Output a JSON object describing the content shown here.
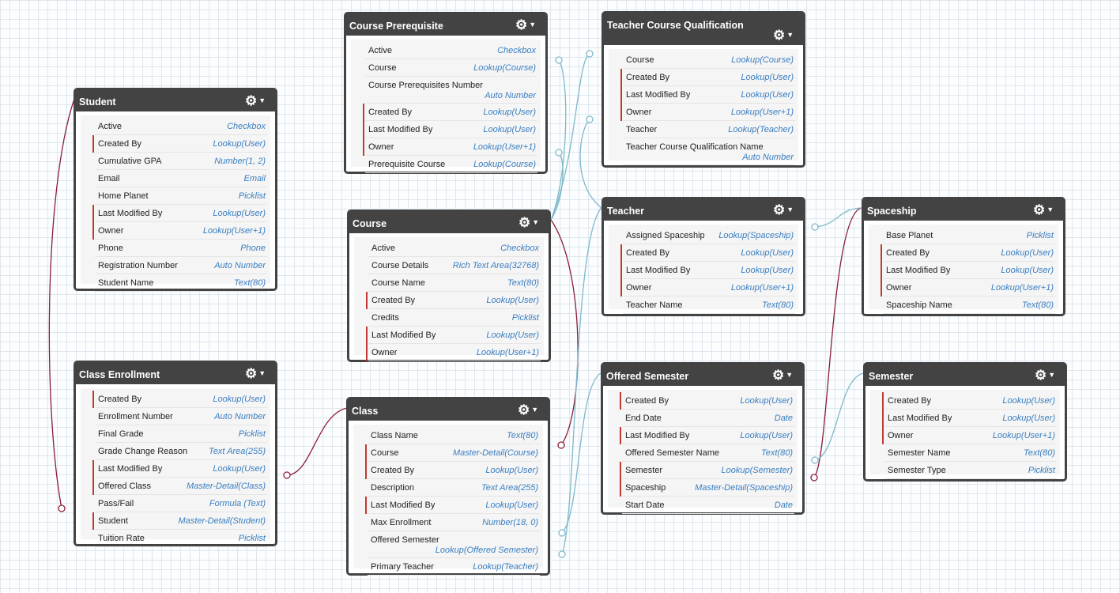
{
  "objects": [
    {
      "id": "student",
      "title": "Student",
      "fields": [
        {
          "name": "Active",
          "type": "Checkbox",
          "required": false
        },
        {
          "name": "Created By",
          "type": "Lookup(User)",
          "required": true
        },
        {
          "name": "Cumulative GPA",
          "type": "Number(1, 2)",
          "required": false
        },
        {
          "name": "Email",
          "type": "Email",
          "required": false
        },
        {
          "name": "Home Planet",
          "type": "Picklist",
          "required": false
        },
        {
          "name": "Last Modified By",
          "type": "Lookup(User)",
          "required": true
        },
        {
          "name": "Owner",
          "type": "Lookup(User+1)",
          "required": true
        },
        {
          "name": "Phone",
          "type": "Phone",
          "required": false
        },
        {
          "name": "Registration Number",
          "type": "Auto Number",
          "required": false
        },
        {
          "name": "Student Name",
          "type": "Text(80)",
          "required": false
        }
      ]
    },
    {
      "id": "class-enrollment",
      "title": "Class Enrollment",
      "fields": [
        {
          "name": "Created By",
          "type": "Lookup(User)",
          "required": true
        },
        {
          "name": "Enrollment Number",
          "type": "Auto Number",
          "required": false
        },
        {
          "name": "Final Grade",
          "type": "Picklist",
          "required": false
        },
        {
          "name": "Grade Change Reason",
          "type": "Text Area(255)",
          "required": false
        },
        {
          "name": "Last Modified By",
          "type": "Lookup(User)",
          "required": true
        },
        {
          "name": "Offered Class",
          "type": "Master-Detail(Class)",
          "required": true
        },
        {
          "name": "Pass/Fail",
          "type": "Formula (Text)",
          "required": false
        },
        {
          "name": "Student",
          "type": "Master-Detail(Student)",
          "required": true
        },
        {
          "name": "Tuition Rate",
          "type": "Picklist",
          "required": false
        }
      ]
    },
    {
      "id": "course-prerequisite",
      "title": "Course Prerequisite",
      "fields": [
        {
          "name": "Active",
          "type": "Checkbox",
          "required": false
        },
        {
          "name": "Course",
          "type": "Lookup(Course)",
          "required": false
        },
        {
          "name": "Course Prerequisites Number",
          "type": "Auto Number",
          "required": false,
          "tall": true
        },
        {
          "name": "Created By",
          "type": "Lookup(User)",
          "required": true
        },
        {
          "name": "Last Modified By",
          "type": "Lookup(User)",
          "required": true
        },
        {
          "name": "Owner",
          "type": "Lookup(User+1)",
          "required": true
        },
        {
          "name": "Prerequisite Course",
          "type": "Lookup(Course)",
          "required": false
        }
      ]
    },
    {
      "id": "course",
      "title": "Course",
      "fields": [
        {
          "name": "Active",
          "type": "Checkbox",
          "required": false
        },
        {
          "name": "Course Details",
          "type": "Rich Text Area(32768)",
          "required": false
        },
        {
          "name": "Course Name",
          "type": "Text(80)",
          "required": false
        },
        {
          "name": "Created By",
          "type": "Lookup(User)",
          "required": true
        },
        {
          "name": "Credits",
          "type": "Picklist",
          "required": false
        },
        {
          "name": "Last Modified By",
          "type": "Lookup(User)",
          "required": true
        },
        {
          "name": "Owner",
          "type": "Lookup(User+1)",
          "required": true
        }
      ]
    },
    {
      "id": "class",
      "title": "Class",
      "fields": [
        {
          "name": "Class Name",
          "type": "Text(80)",
          "required": false
        },
        {
          "name": "Course",
          "type": "Master-Detail(Course)",
          "required": true
        },
        {
          "name": "Created By",
          "type": "Lookup(User)",
          "required": true
        },
        {
          "name": "Description",
          "type": "Text Area(255)",
          "required": false
        },
        {
          "name": "Last Modified By",
          "type": "Lookup(User)",
          "required": true
        },
        {
          "name": "Max Enrollment",
          "type": "Number(18, 0)",
          "required": false
        },
        {
          "name": "Offered Semester",
          "type": "Lookup(Offered Semester)",
          "required": false,
          "tall": true
        },
        {
          "name": "Primary Teacher",
          "type": "Lookup(Teacher)",
          "required": false
        }
      ]
    },
    {
      "id": "teacher-course-qualification",
      "title": "Teacher Course Qualification",
      "fields": [
        {
          "name": "Course",
          "type": "Lookup(Course)",
          "required": false
        },
        {
          "name": "Created By",
          "type": "Lookup(User)",
          "required": true
        },
        {
          "name": "Last Modified By",
          "type": "Lookup(User)",
          "required": true
        },
        {
          "name": "Owner",
          "type": "Lookup(User+1)",
          "required": true
        },
        {
          "name": "Teacher",
          "type": "Lookup(Teacher)",
          "required": false
        },
        {
          "name": "Teacher Course Qualification Name",
          "type": "Auto Number",
          "required": false,
          "tall": true
        }
      ]
    },
    {
      "id": "teacher",
      "title": "Teacher",
      "fields": [
        {
          "name": "Assigned Spaceship",
          "type": "Lookup(Spaceship)",
          "required": false
        },
        {
          "name": "Created By",
          "type": "Lookup(User)",
          "required": true
        },
        {
          "name": "Last Modified By",
          "type": "Lookup(User)",
          "required": true
        },
        {
          "name": "Owner",
          "type": "Lookup(User+1)",
          "required": true
        },
        {
          "name": "Teacher Name",
          "type": "Text(80)",
          "required": false
        }
      ]
    },
    {
      "id": "offered-semester",
      "title": "Offered Semester",
      "fields": [
        {
          "name": "Created By",
          "type": "Lookup(User)",
          "required": true
        },
        {
          "name": "End Date",
          "type": "Date",
          "required": false
        },
        {
          "name": "Last Modified By",
          "type": "Lookup(User)",
          "required": true
        },
        {
          "name": "Offered Semester Name",
          "type": "Text(80)",
          "required": false
        },
        {
          "name": "Semester",
          "type": "Lookup(Semester)",
          "required": true
        },
        {
          "name": "Spaceship",
          "type": "Master-Detail(Spaceship)",
          "required": true
        },
        {
          "name": "Start Date",
          "type": "Date",
          "required": false
        }
      ]
    },
    {
      "id": "spaceship",
      "title": "Spaceship",
      "fields": [
        {
          "name": "Base Planet",
          "type": "Picklist",
          "required": false
        },
        {
          "name": "Created By",
          "type": "Lookup(User)",
          "required": true
        },
        {
          "name": "Last Modified By",
          "type": "Lookup(User)",
          "required": true
        },
        {
          "name": "Owner",
          "type": "Lookup(User+1)",
          "required": true
        },
        {
          "name": "Spaceship Name",
          "type": "Text(80)",
          "required": false
        }
      ]
    },
    {
      "id": "semester",
      "title": "Semester",
      "fields": [
        {
          "name": "Created By",
          "type": "Lookup(User)",
          "required": true
        },
        {
          "name": "Last Modified By",
          "type": "Lookup(User)",
          "required": true
        },
        {
          "name": "Owner",
          "type": "Lookup(User+1)",
          "required": true
        },
        {
          "name": "Semester Name",
          "type": "Text(80)",
          "required": false
        },
        {
          "name": "Semester Type",
          "type": "Picklist",
          "required": false
        }
      ]
    }
  ],
  "colors": {
    "master_detail_line": "#8b1c3b",
    "lookup_line": "#7fb9cc",
    "header_bg": "#434343",
    "required_marker": "#c23934",
    "field_type_text": "#3a7ec1"
  },
  "icons": {
    "object_menu": "gear-icon"
  }
}
